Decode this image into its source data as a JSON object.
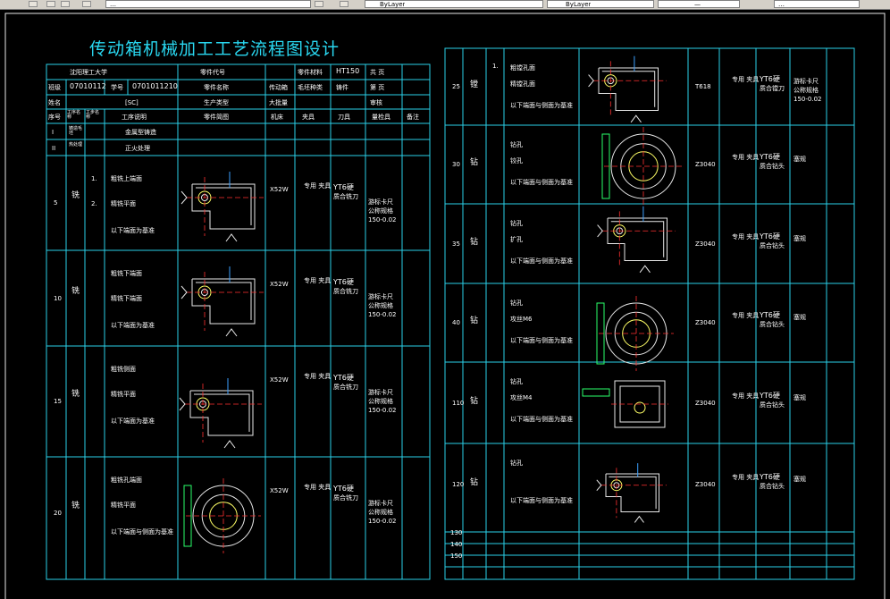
{
  "toolbar": {
    "left_field": "…",
    "mid_field1": "ByLayer",
    "mid_field2": "ByLayer",
    "mid_field3": "—",
    "right_field": "…"
  },
  "drawing_title": "传动箱机械加工工艺流程图设计",
  "header": {
    "school": "沈阳理工大学",
    "part_code_label": "零件代号",
    "material_label": "零件材料",
    "material_value": "HT150",
    "sheet_label": "共 页",
    "class_label": "班级",
    "class_value": "07010112",
    "id_label": "学号",
    "id_value": "0701011210",
    "part_name_label": "零件名称",
    "blank_label": "传动箱",
    "blank_type": "毛坯种类",
    "blank_value": "铸件",
    "sheet_no": "第 页",
    "name_label": "姓名",
    "name_value": "[SC]",
    "prod_type_label": "生产类型",
    "prod_value": "大批量",
    "review_label": "审核"
  },
  "columns": [
    "序号",
    "工序名称",
    "工步名称",
    "工序说明",
    "零件简图",
    "机床",
    "夹具",
    "刀具",
    "量检具",
    "备注"
  ],
  "prep_rows": [
    {
      "no": "I",
      "name": "铸造毛坯",
      "desc": "金属型铸造"
    },
    {
      "no": "II",
      "name": "热处理",
      "desc": "正火处理"
    }
  ],
  "left_rows": [
    {
      "no": "5",
      "op": "铣",
      "step1": "1.",
      "step2": "2.",
      "d1": "粗铣上端面",
      "d2": "精铣平面",
      "d3": "以下端面为基准",
      "machine": "X52W",
      "fixture": "专用 夹具",
      "tool1": "YT6硬",
      "tool2": "质合铣刀",
      "gauge1": "游标卡尺",
      "gauge2": "公称规格",
      "gauge3": "150-0.02"
    },
    {
      "no": "10",
      "op": "铣",
      "step1": "",
      "step2": "",
      "d1": "粗铣下端面",
      "d2": "精铣下端面",
      "d3": "以下端面为基准",
      "machine": "X52W",
      "fixture": "专用 夹具",
      "tool1": "YT6硬",
      "tool2": "质合铣刀",
      "gauge1": "游标卡尺",
      "gauge2": "公称规格",
      "gauge3": "150-0.02"
    },
    {
      "no": "15",
      "op": "铣",
      "step1": "",
      "step2": "",
      "d1": "粗铣侧面",
      "d2": "精铣平面",
      "d3": "以下端面为基准",
      "machine": "X52W",
      "fixture": "专用 夹具",
      "tool1": "YT6硬",
      "tool2": "质合铣刀",
      "gauge1": "游标卡尺",
      "gauge2": "公称规格",
      "gauge3": "150-0.02"
    },
    {
      "no": "20",
      "op": "铣",
      "step1": "",
      "step2": "",
      "d1": "粗铣孔端面",
      "d2": "精铣平面",
      "d3": "以下端面与侧面为基准",
      "machine": "X52W",
      "fixture": "专用 夹具",
      "tool1": "YT6硬",
      "tool2": "质合铣刀",
      "gauge1": "游标卡尺",
      "gauge2": "公称规格",
      "gauge3": "150-0.02"
    }
  ],
  "right_rows": [
    {
      "no": "25",
      "op": "镗",
      "step": "1.",
      "d1": "粗镗孔面",
      "d2": "精镗孔面",
      "d3": "以下端面与侧面为基准",
      "machine": "T618",
      "fixture": "专用 夹具",
      "tool1": "YT6硬",
      "tool2": "质合镗刀",
      "gauge1": "游标卡尺",
      "gauge2": "公称规格",
      "gauge3": "150-0.02"
    },
    {
      "no": "30",
      "op": "钻",
      "step": "",
      "d1": "钻孔",
      "d2": "铰孔",
      "d3": "以下端面与侧面为基准",
      "machine": "Z3040",
      "fixture": "专用 夹具",
      "tool1": "YT6硬",
      "tool2": "质合钻头",
      "gauge1": "塞规",
      "gauge2": "",
      "gauge3": ""
    },
    {
      "no": "35",
      "op": "钻",
      "step": "",
      "d1": "钻孔",
      "d2": "扩孔",
      "d3": "以下端面与侧面为基准",
      "machine": "Z3040",
      "fixture": "专用 夹具",
      "tool1": "YT6硬",
      "tool2": "质合钻头",
      "gauge1": "塞规",
      "gauge2": "",
      "gauge3": ""
    },
    {
      "no": "40",
      "op": "钻",
      "step": "",
      "d1": "钻孔",
      "d2": "攻丝M6",
      "d3": "以下端面与侧面为基准",
      "machine": "Z3040",
      "fixture": "专用 夹具",
      "tool1": "YT6硬",
      "tool2": "质合钻头",
      "gauge1": "塞规",
      "gauge2": "",
      "gauge3": ""
    },
    {
      "no": "110",
      "op": "钻",
      "step": "",
      "d1": "钻孔",
      "d2": "攻丝M4",
      "d3": "以下端面与侧面为基准",
      "machine": "Z3040",
      "fixture": "专用 夹具",
      "tool1": "YT6硬",
      "tool2": "质合钻头",
      "gauge1": "塞规",
      "gauge2": "",
      "gauge3": ""
    },
    {
      "no": "120",
      "op": "钻",
      "step": "",
      "d1": "钻孔",
      "d2": "",
      "d3": "以下端面与侧面为基准",
      "machine": "Z3040",
      "fixture": "专用 夹具",
      "tool1": "YT6硬",
      "tool2": "质合钻头",
      "gauge1": "塞规",
      "gauge2": "",
      "gauge3": ""
    }
  ],
  "right_empty_rows": [
    "130",
    "140",
    "150"
  ]
}
